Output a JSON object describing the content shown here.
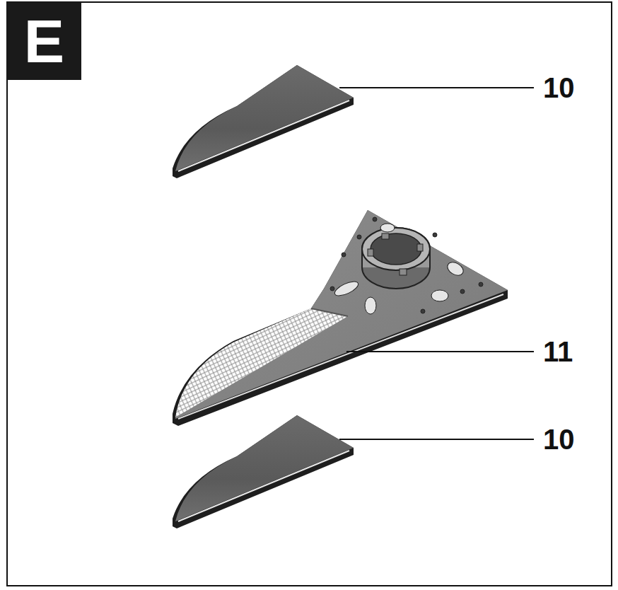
{
  "diagram": {
    "title": "E",
    "labels": [
      "10",
      "11",
      "10"
    ]
  }
}
